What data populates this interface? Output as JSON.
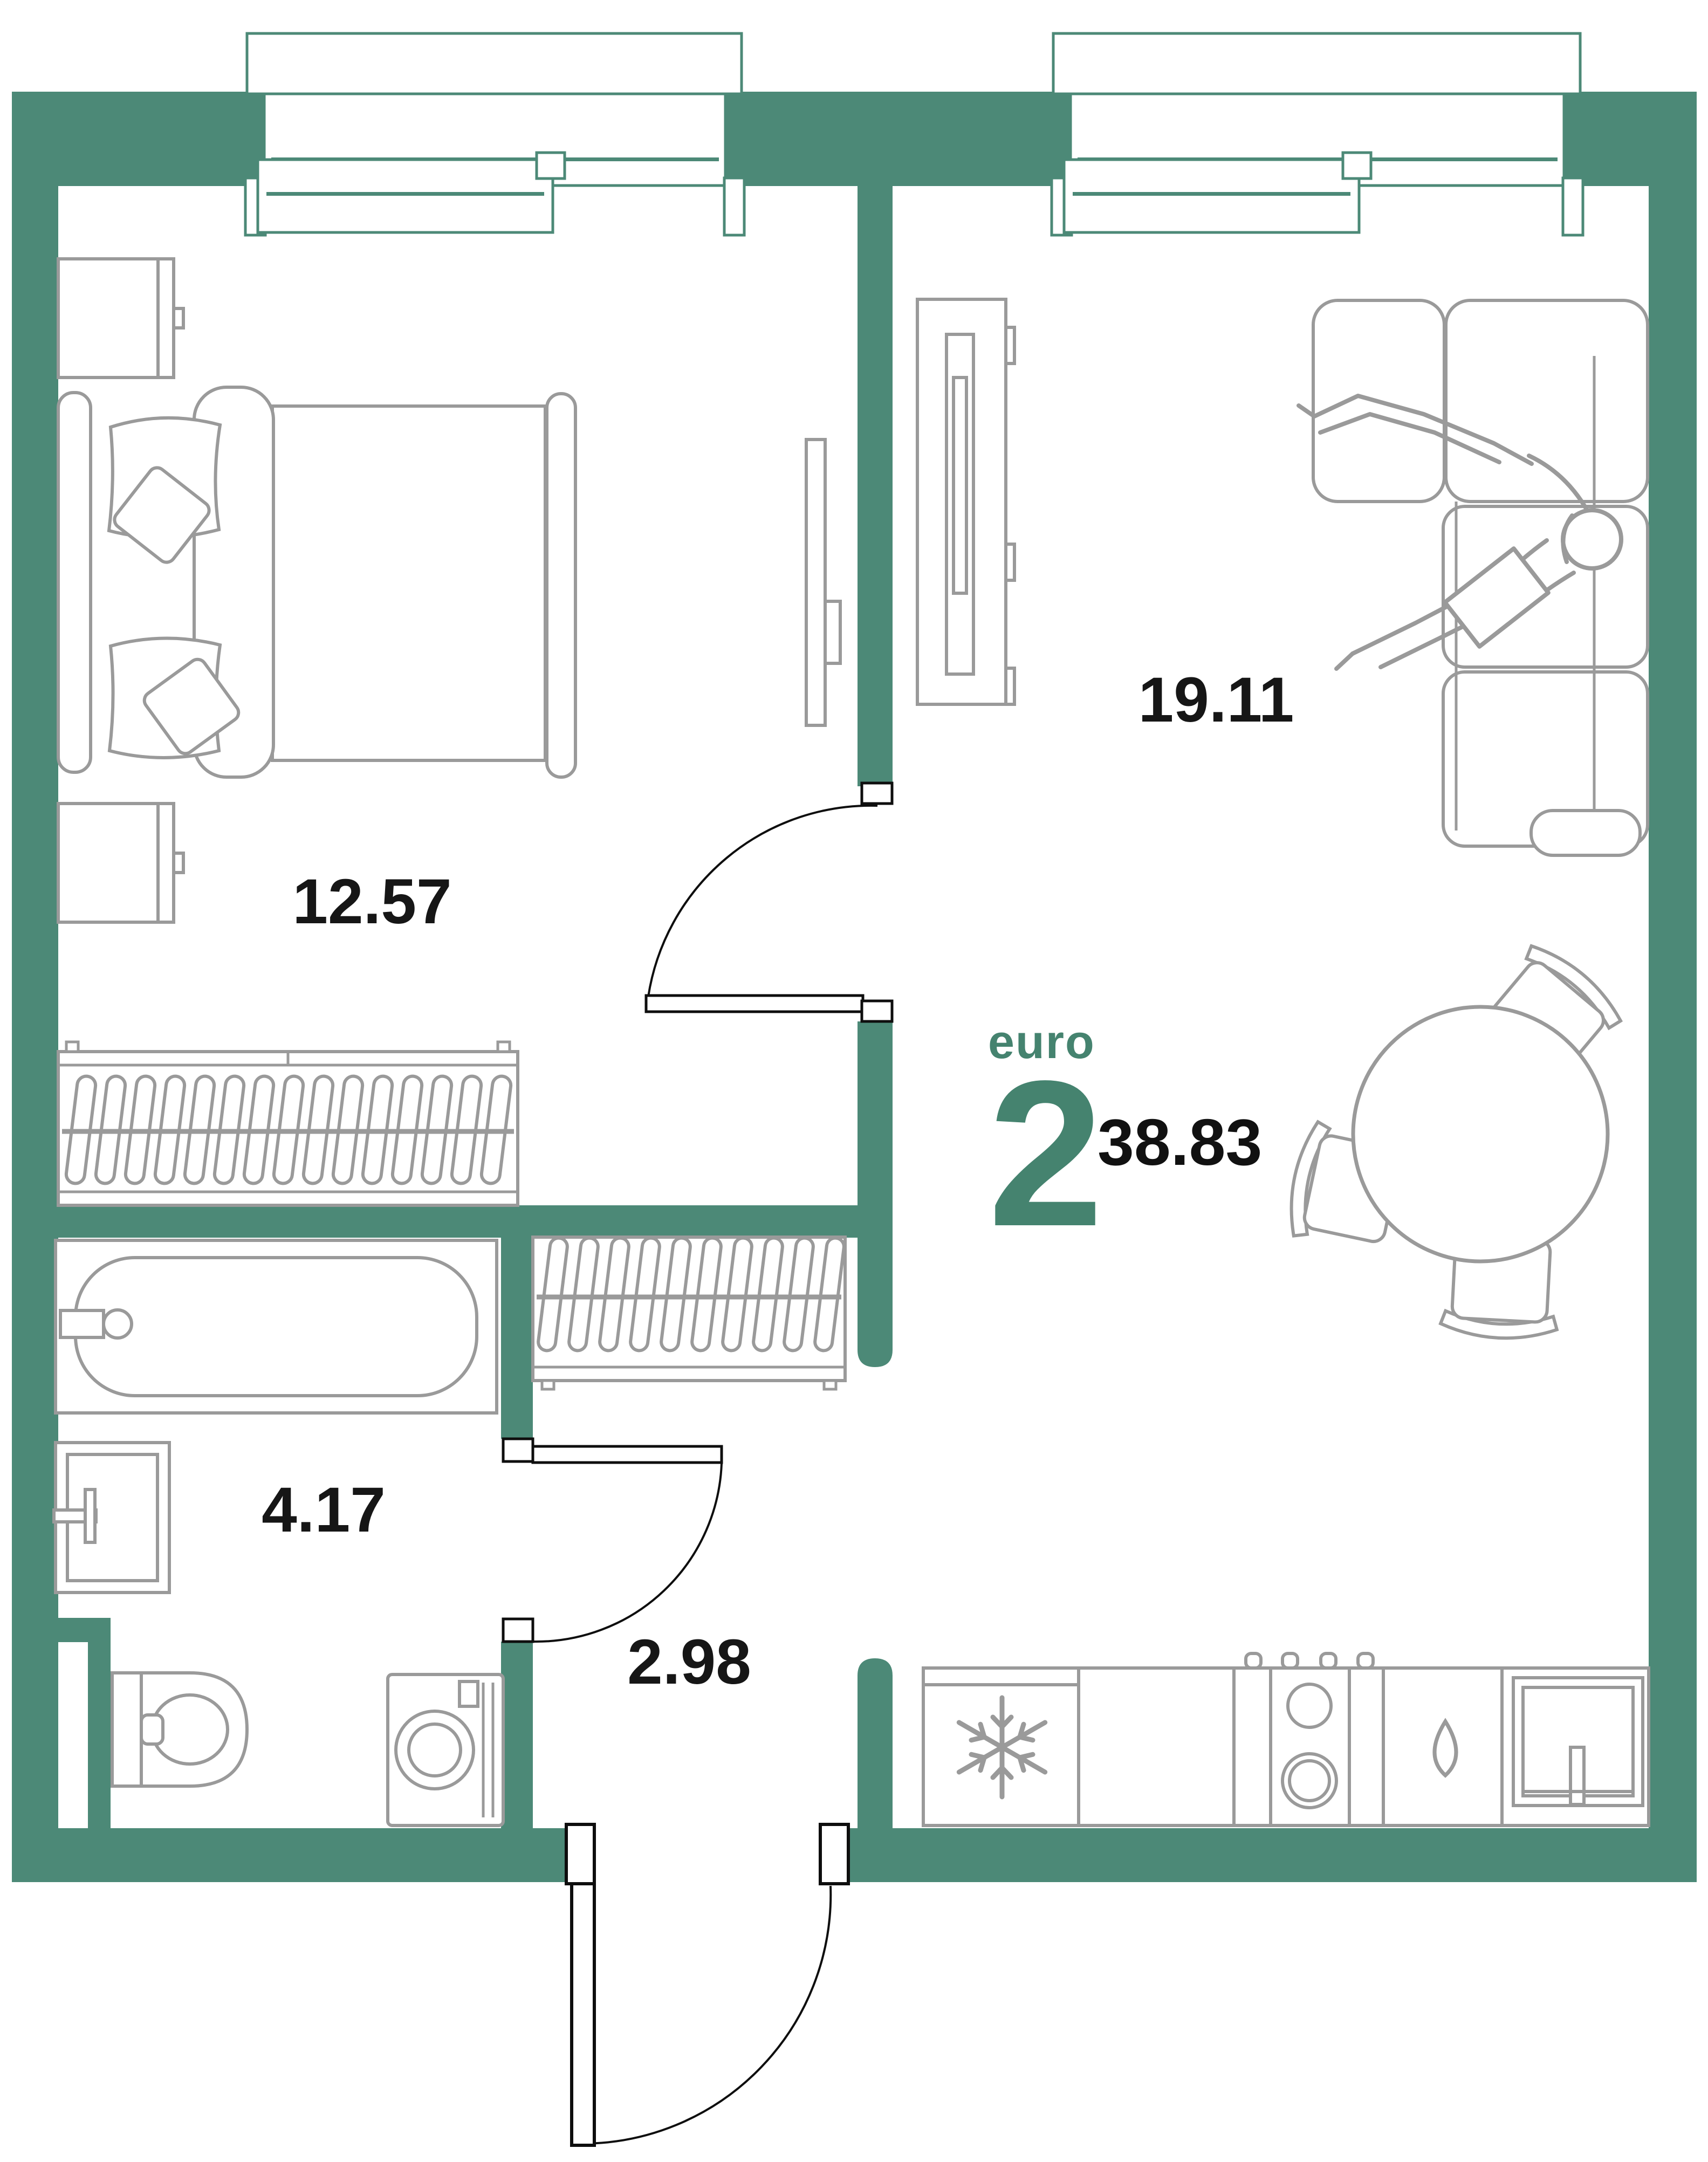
{
  "plan": {
    "unit": {
      "type_label": "euro",
      "rooms_label": "2",
      "total_area": "38.83"
    },
    "rooms": [
      {
        "id": "bedroom",
        "area": "12.57"
      },
      {
        "id": "living-room",
        "area": "19.11"
      },
      {
        "id": "bathroom",
        "area": "4.17"
      },
      {
        "id": "hallway",
        "area": "2.98"
      }
    ],
    "colors": {
      "wall": "#4C8977",
      "accent_text": "#45836F",
      "furniture_outline": "#9a9a9a",
      "door_lines": "#0e0e0e",
      "room_label": "#161616"
    },
    "icons": [
      "fridge-snowflake-icon",
      "sink-drop-icon"
    ]
  }
}
